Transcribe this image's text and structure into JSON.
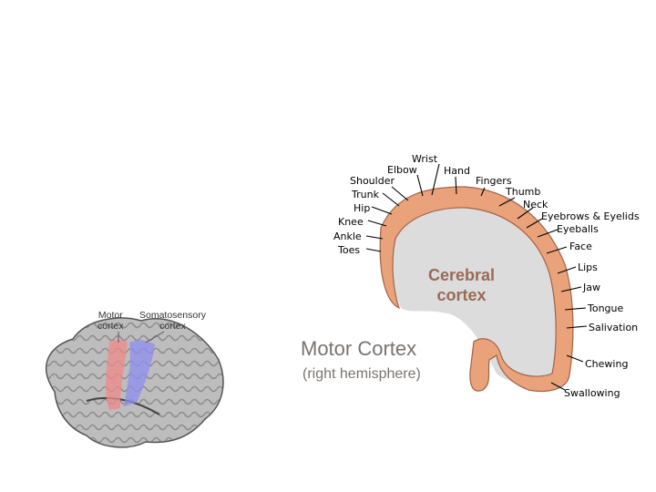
{
  "title": "Motor Cortex",
  "subtitle": "(right hemisphere)",
  "center_label": [
    "Cerebral",
    "cortex"
  ],
  "brain_labels": {
    "motor": [
      "Motor",
      "cortex"
    ],
    "somatosensory": [
      "Somatosensory",
      "cortex"
    ]
  },
  "body_parts": {
    "wrist": "Wrist",
    "elbow": "Elbow",
    "hand": "Hand",
    "shoulder": "Shoulder",
    "fingers": "Fingers",
    "trunk": "Trunk",
    "thumb": "Thumb",
    "hip": "Hip",
    "neck": "Neck",
    "eyebrows": "Eyebrows  & Eyelids",
    "knee": "Knee",
    "eyeballs": "Eyeballs",
    "ankle": "Ankle",
    "face": "Face",
    "toes": "Toes",
    "lips": "Lips",
    "jaw": "Jaw",
    "tongue": "Tongue",
    "salivation": "Salivation",
    "chewing": "Chewing",
    "swallowing": "Swallowing"
  },
  "colors": {
    "cortex_band": "#e9a27a",
    "cortex_inner": "#dcdcdc",
    "motor_strip": "#f08a8a",
    "somatosensory_strip": "#8e8ef2",
    "title_text": "#7a7470",
    "cereb_text": "#9a6a58"
  }
}
